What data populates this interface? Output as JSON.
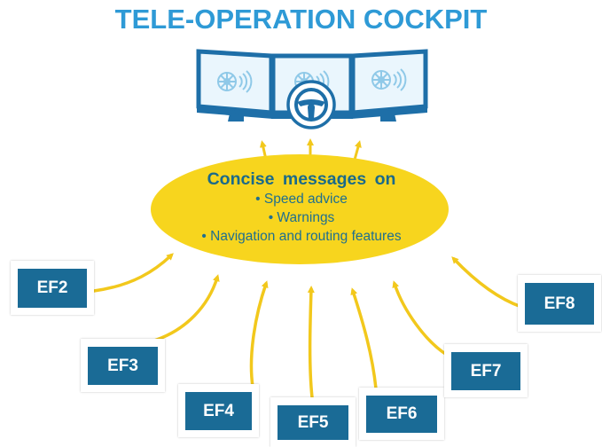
{
  "title": "TELE-OPERATION COCKPIT",
  "cockpit": {
    "monitors": 3,
    "monitor_icon": "autonomous-wheel-signal-icon",
    "center_icon": "steering-wheel-icon",
    "colors": {
      "frame": "#1e6fa8",
      "screen": "#eaf6fd",
      "icon": "#8fc9e8"
    }
  },
  "messages": {
    "heading": "Concise messages on",
    "items": [
      "• Speed advice",
      "• Warnings",
      "• Navigation and routing features"
    ],
    "ellipse_color": "#f7d51e"
  },
  "features": [
    "EF2",
    "EF3",
    "EF4",
    "EF5",
    "EF6",
    "EF7",
    "EF8"
  ],
  "colors": {
    "title": "#2e9ad6",
    "ef_box": "#1a6b96",
    "arrow": "#f2c81c"
  }
}
